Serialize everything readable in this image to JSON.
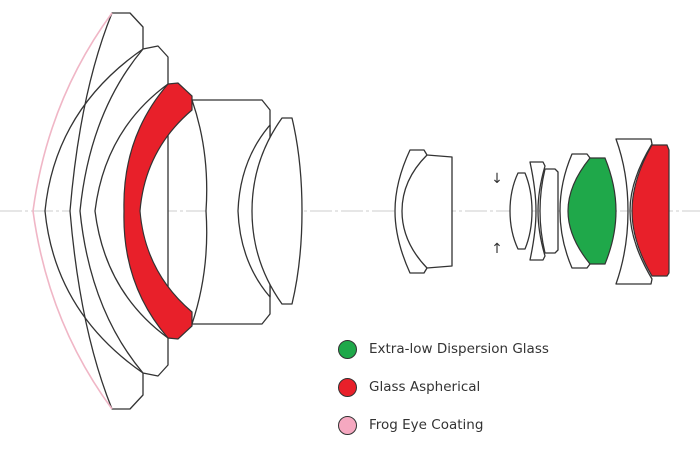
{
  "diagram": {
    "title": "Lens optical construction",
    "colors": {
      "ed_glass": "#1fa84a",
      "aspherical": "#e8202a",
      "frog_eye": "#f5a8c0",
      "outline": "#333333",
      "axis": "#cccccc"
    },
    "markers": {
      "focus_arrow_top": "↓",
      "focus_arrow_bottom": "↑"
    }
  },
  "legend": {
    "items": [
      {
        "label": "Extra-low Dispersion Glass",
        "color": "#1fa84a"
      },
      {
        "label": "Glass Aspherical",
        "color": "#e8202a"
      },
      {
        "label": "Frog Eye Coating",
        "color": "#f5a8c0"
      }
    ]
  }
}
